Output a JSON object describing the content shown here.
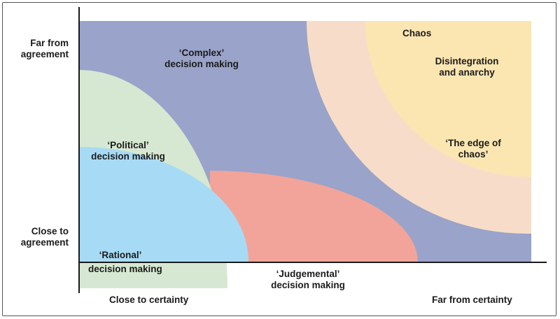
{
  "axes": {
    "y_top": "Far from\nagreement",
    "y_bottom": "Close to\nagreement",
    "x_left": "Close to certainty",
    "x_right": "Far from certainty"
  },
  "zones": {
    "chaos": "Chaos",
    "disintegration": "Disintegration\nand anarchy",
    "edge_of_chaos": "‘The edge of\nchaos’",
    "complex": "‘Complex’\ndecision making",
    "political": "‘Political’\ndecision making",
    "rational_line1": "‘Rational’",
    "rational_line2": "decision making",
    "judgemental": "‘Judgemental’\ndecision making"
  },
  "colors": {
    "complex": "#9aa3c9",
    "political": "#d6e8d2",
    "rational": "#a7dbf5",
    "judgemental": "#f2a49a",
    "edge_of_chaos": "#f7ddc9",
    "disintegration": "#fbe6b2",
    "axis": "#1a1a1a"
  }
}
